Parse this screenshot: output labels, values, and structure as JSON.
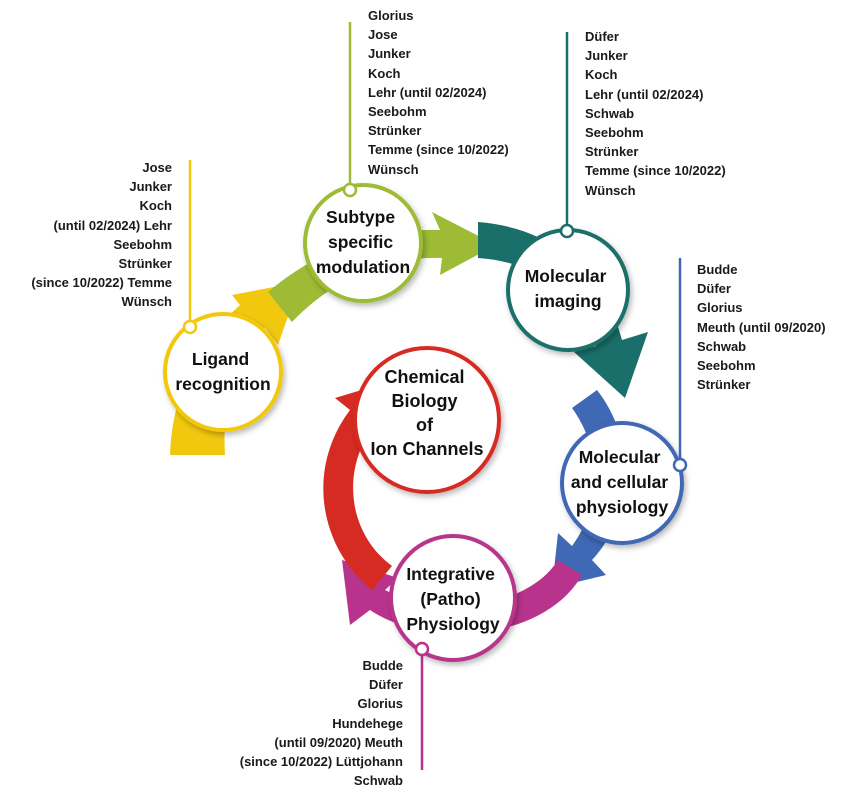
{
  "center": {
    "lines": [
      "Chemical",
      "Biology",
      "of",
      "Ion Channels"
    ],
    "color": "#d62b22"
  },
  "stages": [
    {
      "id": "ligand",
      "lines": [
        "Ligand",
        "recognition"
      ],
      "color": "#f2c80f",
      "members": [
        "Jose",
        "Junker",
        "Koch",
        "(until 02/2024) Lehr",
        "Seebohm",
        "Strünker",
        "(since 10/2022) Temme",
        "Wünsch"
      ]
    },
    {
      "id": "subtype",
      "lines": [
        "Subtype",
        "specific",
        "modulation"
      ],
      "color": "#9dbb35",
      "members": [
        "Glorius",
        "Jose",
        "Junker",
        "Koch",
        "Lehr (until 02/2024)",
        "Seebohm",
        "Strünker",
        "Temme (since 10/2022)",
        "Wünsch"
      ]
    },
    {
      "id": "imaging",
      "lines": [
        "Molecular",
        "imaging"
      ],
      "color": "#1a6f6a",
      "members": [
        "Düfer",
        "Junker",
        "Koch",
        "Lehr (until 02/2024)",
        "Schwab",
        "Seebohm",
        "Strünker",
        "Temme (since 10/2022)",
        "Wünsch"
      ]
    },
    {
      "id": "physiology",
      "lines": [
        "Molecular",
        "and cellular",
        "physiology"
      ],
      "color": "#3f68b5",
      "members": [
        "Budde",
        "Düfer",
        "Glorius",
        "Meuth (until 09/2020)",
        "Schwab",
        "Seebohm",
        "Strünker"
      ]
    },
    {
      "id": "integrative",
      "lines": [
        "Integrative",
        "(Patho)",
        "Physiology"
      ],
      "color": "#b8348c",
      "members": [
        "Budde",
        "Düfer",
        "Glorius",
        "Hundehege",
        "(until 09/2020) Meuth",
        "(since 10/2022) Lüttjohann",
        "Schwab"
      ]
    }
  ]
}
